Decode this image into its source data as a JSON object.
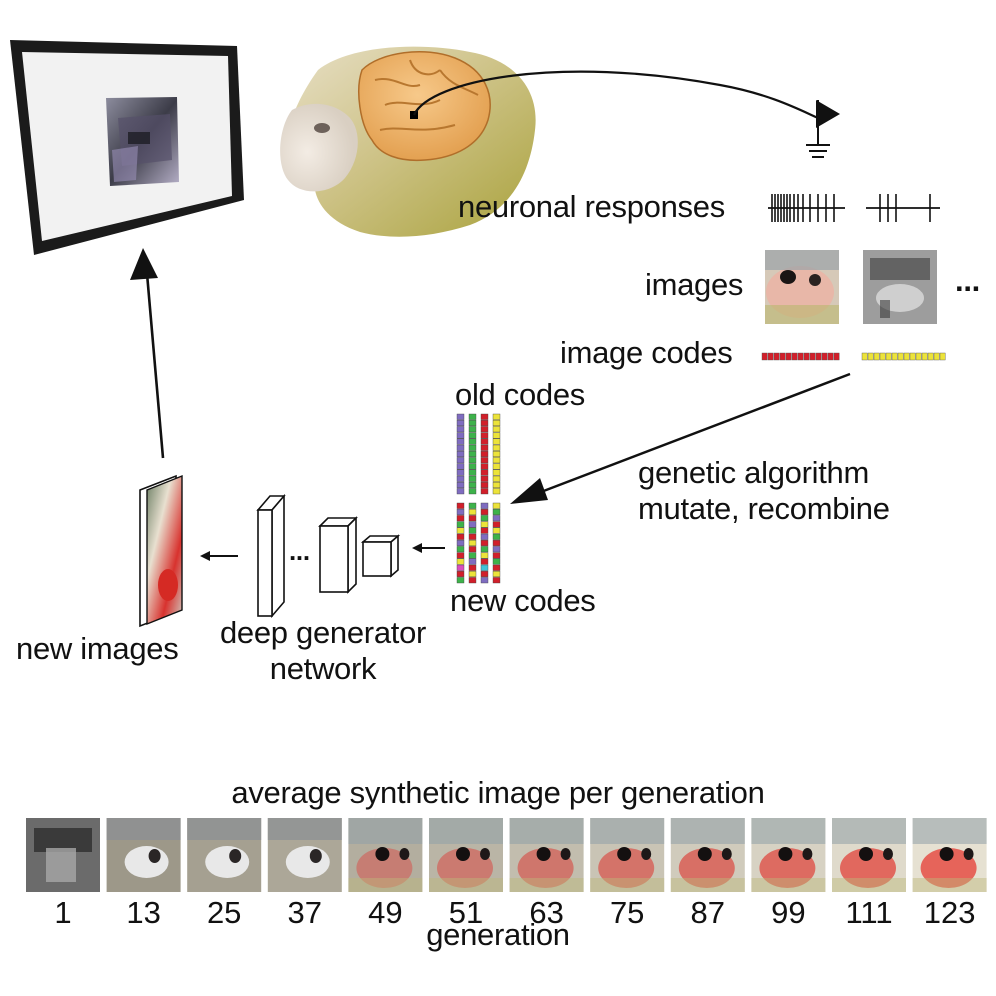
{
  "labels": {
    "neuronal_responses": "neuronal responses",
    "images": "images",
    "ellipsis": "...",
    "image_codes": "image codes",
    "old_codes": "old codes",
    "genetic_algorithm_line1": "genetic algorithm",
    "genetic_algorithm_line2": "mutate, recombine",
    "new_codes": "new codes",
    "new_images": "new images",
    "dgn_line1": "deep generator",
    "dgn_line2": "network",
    "dgn_ellipsis": "...",
    "strip_title": "average synthetic image per generation",
    "strip_axis": "generation"
  },
  "generations": [
    "1",
    "13",
    "25",
    "37",
    "49",
    "51",
    "63",
    "75",
    "87",
    "99",
    "111",
    "123"
  ],
  "code_colors": {
    "red": "#d11f2a",
    "yellow": "#ece33a",
    "green": "#3db24a",
    "purple": "#7f6cc0",
    "cyan": "#3fc3d8",
    "magenta": "#d94fbf"
  }
}
